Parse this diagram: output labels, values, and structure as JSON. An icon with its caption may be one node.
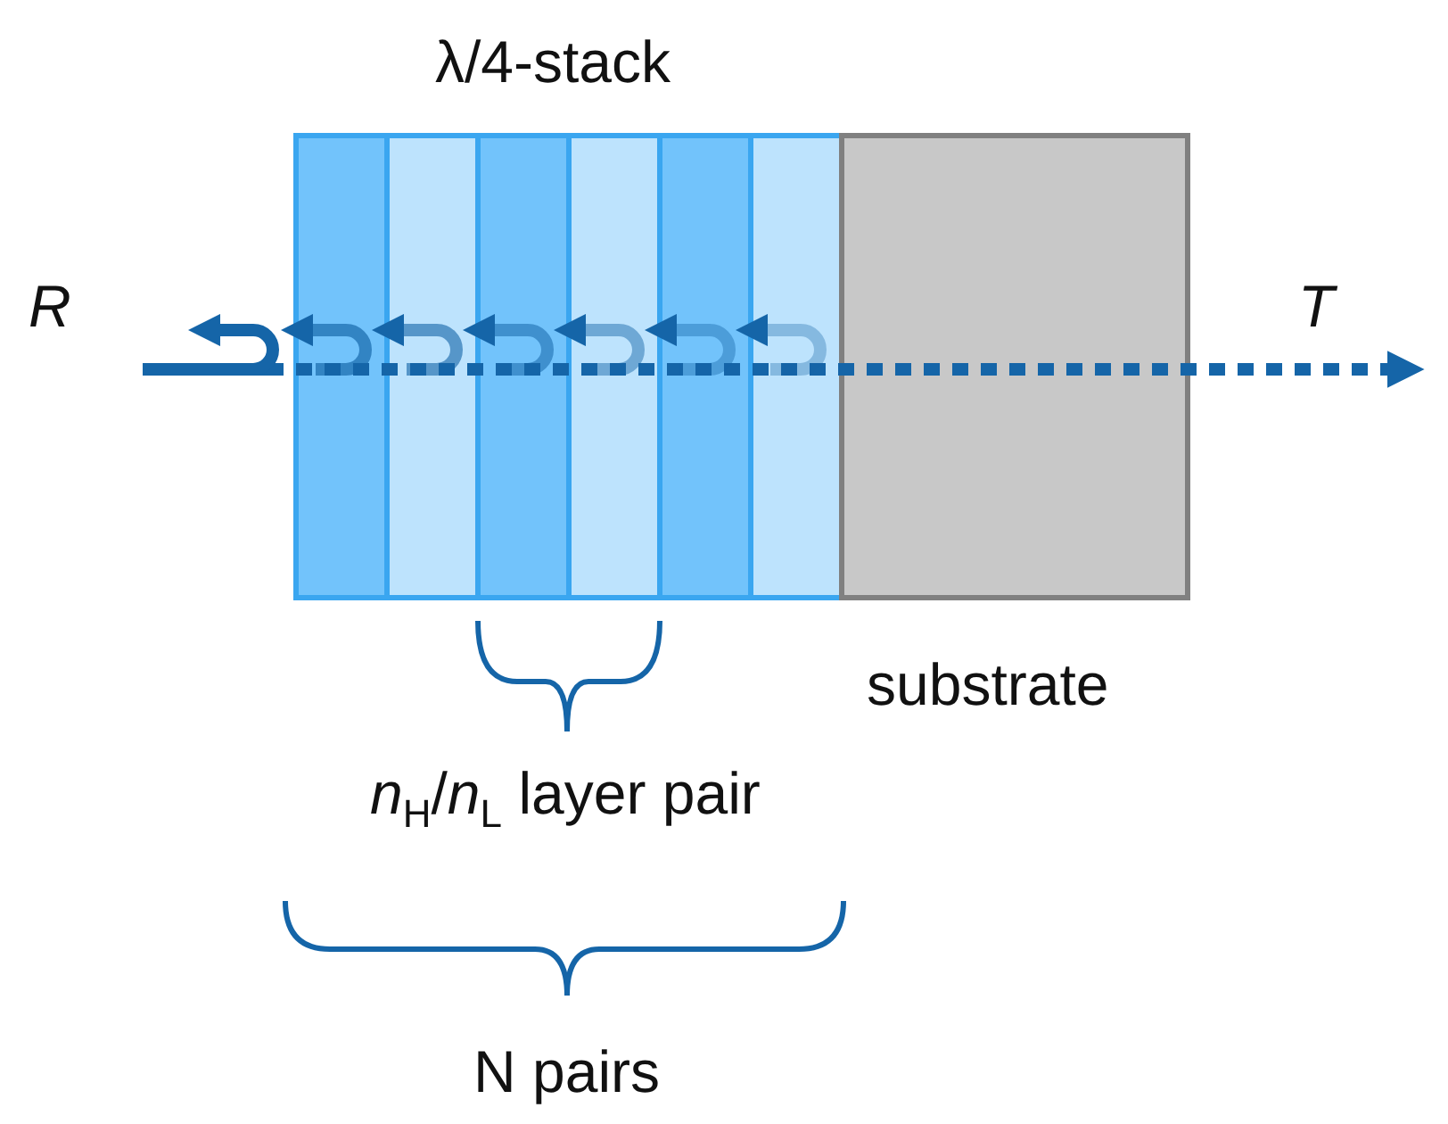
{
  "diagram": {
    "labels": [
      "λ/4-stack",
      "R",
      "T",
      "substrate",
      "*n*$_{H}$/*n*$_{L}$ layer pair",
      "N pairs"
    ]
  }
}
